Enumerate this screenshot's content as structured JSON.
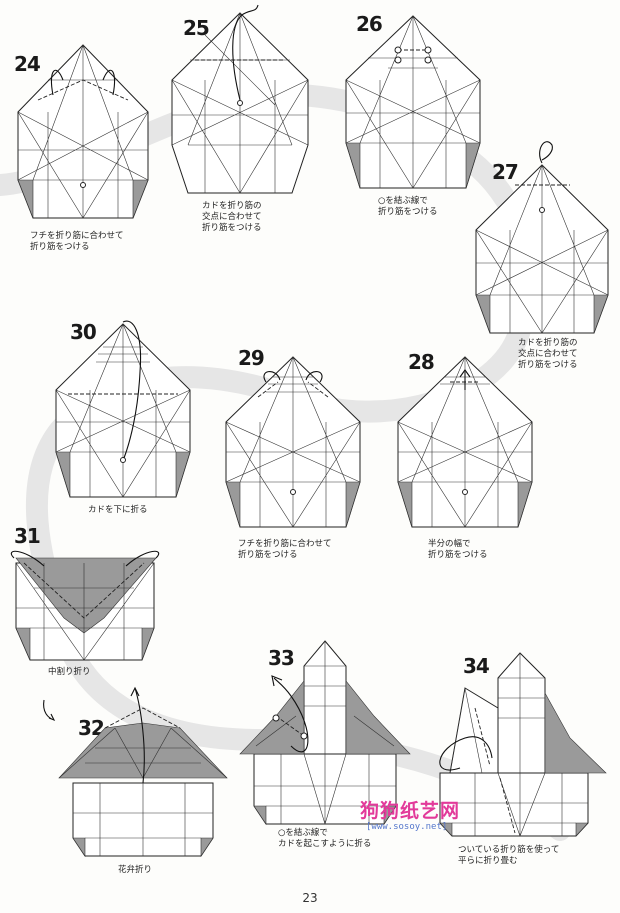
{
  "steps": [
    {
      "num": "24",
      "caption": "フチを折り筋に合わせて\n折り筋をつける"
    },
    {
      "num": "25",
      "caption": "カドを折り筋の\n交点に合わせて\n折り筋をつける"
    },
    {
      "num": "26",
      "caption": "○を結ぶ線で\n折り筋をつける"
    },
    {
      "num": "27",
      "caption": "カドを折り筋の\n交点に合わせて\n折り筋をつける"
    },
    {
      "num": "28",
      "caption": "半分の幅で\n折り筋をつける"
    },
    {
      "num": "29",
      "caption": "フチを折り筋に合わせて\n折り筋をつける"
    },
    {
      "num": "30",
      "caption": "カドを下に折る"
    },
    {
      "num": "31",
      "caption": "中割り折り"
    },
    {
      "num": "32",
      "caption": "花弁折り"
    },
    {
      "num": "33",
      "caption": "○を結ぶ線で\nカドを起こすように折る"
    },
    {
      "num": "34",
      "caption": "ついている折り筋を使って\n平らに折り畳む"
    }
  ],
  "page_number": "23",
  "watermark": {
    "title": "狗狗纸艺网",
    "url": "[www.sosoy.net]"
  }
}
